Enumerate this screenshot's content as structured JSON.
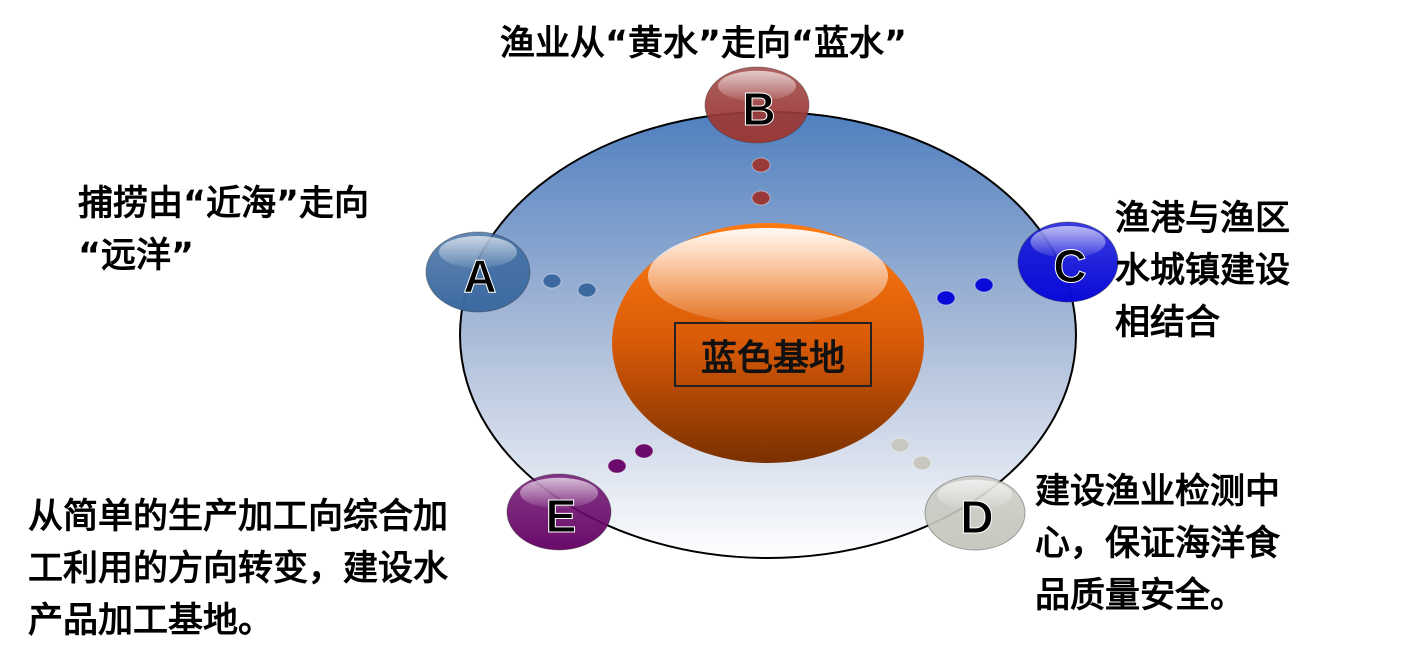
{
  "center": {
    "label": "蓝色基地",
    "color": "#e0620a"
  },
  "nodes": [
    {
      "letter": "A",
      "color": "#3c6aa0",
      "lines": [
        "捕捞由“近海”走向",
        "“远洋”"
      ]
    },
    {
      "letter": "B",
      "color": "#9a3a38",
      "lines": [
        "渔业从“黄水”走向“蓝水”"
      ]
    },
    {
      "letter": "C",
      "color": "#0a0ad8",
      "lines": [
        "渔港与渔区",
        "水城镇建设",
        "相结合"
      ]
    },
    {
      "letter": "D",
      "color": "#c8c8c0",
      "lines": [
        "建设渔业检测中",
        "心，保证海洋食",
        "品质量安全。"
      ]
    },
    {
      "letter": "E",
      "color": "#6a0a6a",
      "lines": [
        "从简单的生产加工向综合加",
        "工利用的方向转变，建设水",
        "产品加工基地。"
      ]
    }
  ]
}
